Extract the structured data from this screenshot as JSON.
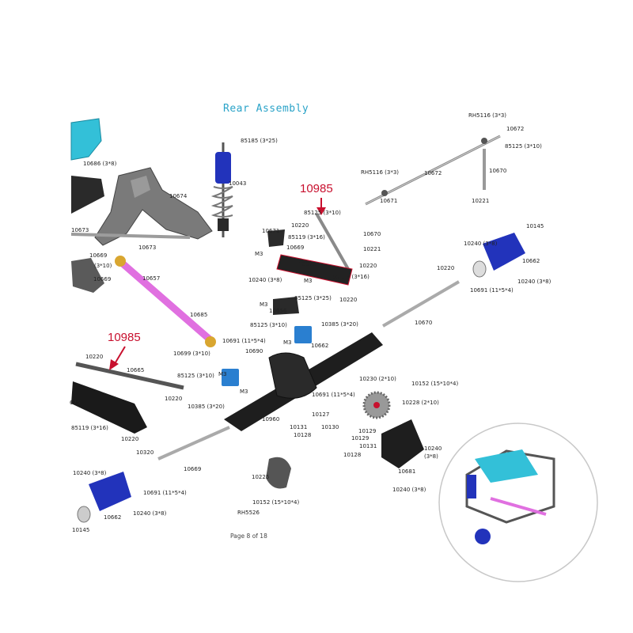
{
  "title": "Rear Assembly",
  "footer": "Page 8 of 18",
  "callouts": [
    "10985",
    "10985"
  ],
  "colors": {
    "title": "#2aa3c8",
    "callout": "#c8102e",
    "shock_blue": "#2233bb",
    "link_pink": "#e070e0",
    "frame_gray": "#6a6a6a",
    "axle_black": "#1e1e1e",
    "seat_cyan": "#33c0d8"
  },
  "labels": [
    "RH5116 (3*3)",
    "10672",
    "85125 (3*10)",
    "10670",
    "RH5116 (3*3)",
    "10672",
    "10671",
    "10221",
    "85185 (3*25)",
    "10043",
    "10686 (3*8)",
    "10674",
    "10673",
    "10673",
    "85125 (3*10)",
    "10220",
    "85119 (3*16)",
    "10671",
    "10669",
    "M3",
    "10675",
    "10220",
    "10221",
    "10670",
    "85119 (3*16)",
    "10240 (3*8)",
    "M3",
    "85125 (3*25)",
    "10220",
    "10240 (3*8)",
    "10145",
    "10662",
    "10240 (3*8)",
    "10691 (11*5*4)",
    "10220",
    "10669",
    "10669",
    "(3*10)",
    "10657",
    "10685",
    "M3",
    "10656",
    "85125 (3*10)",
    "10385 (3*20)",
    "10662",
    "M3",
    "10670",
    "10691 (11*5*4)",
    "10690",
    "10699 (3*10)",
    "10220",
    "10665",
    "85125 (3*10)",
    "M3",
    "10220",
    "10385 (3*20)",
    "M3",
    "10220",
    "10230 (2*10)",
    "10152 (15*10*4)",
    "10228 (2*10)",
    "10691 (11*5*4)",
    "10127",
    "10129",
    "675",
    "85119 (3*16)",
    "10960",
    "10131",
    "10128",
    "10130",
    "10128",
    "10129",
    "10131",
    "10320",
    "10669",
    "10240 (3*8)",
    "10691 (11*5*4)",
    "10240 (3*8)",
    "10145",
    "10662",
    "10225",
    "10152 (15*10*4)",
    "RH5526",
    "10681",
    "10240",
    "(3*8)",
    "10240 (3*8)"
  ]
}
